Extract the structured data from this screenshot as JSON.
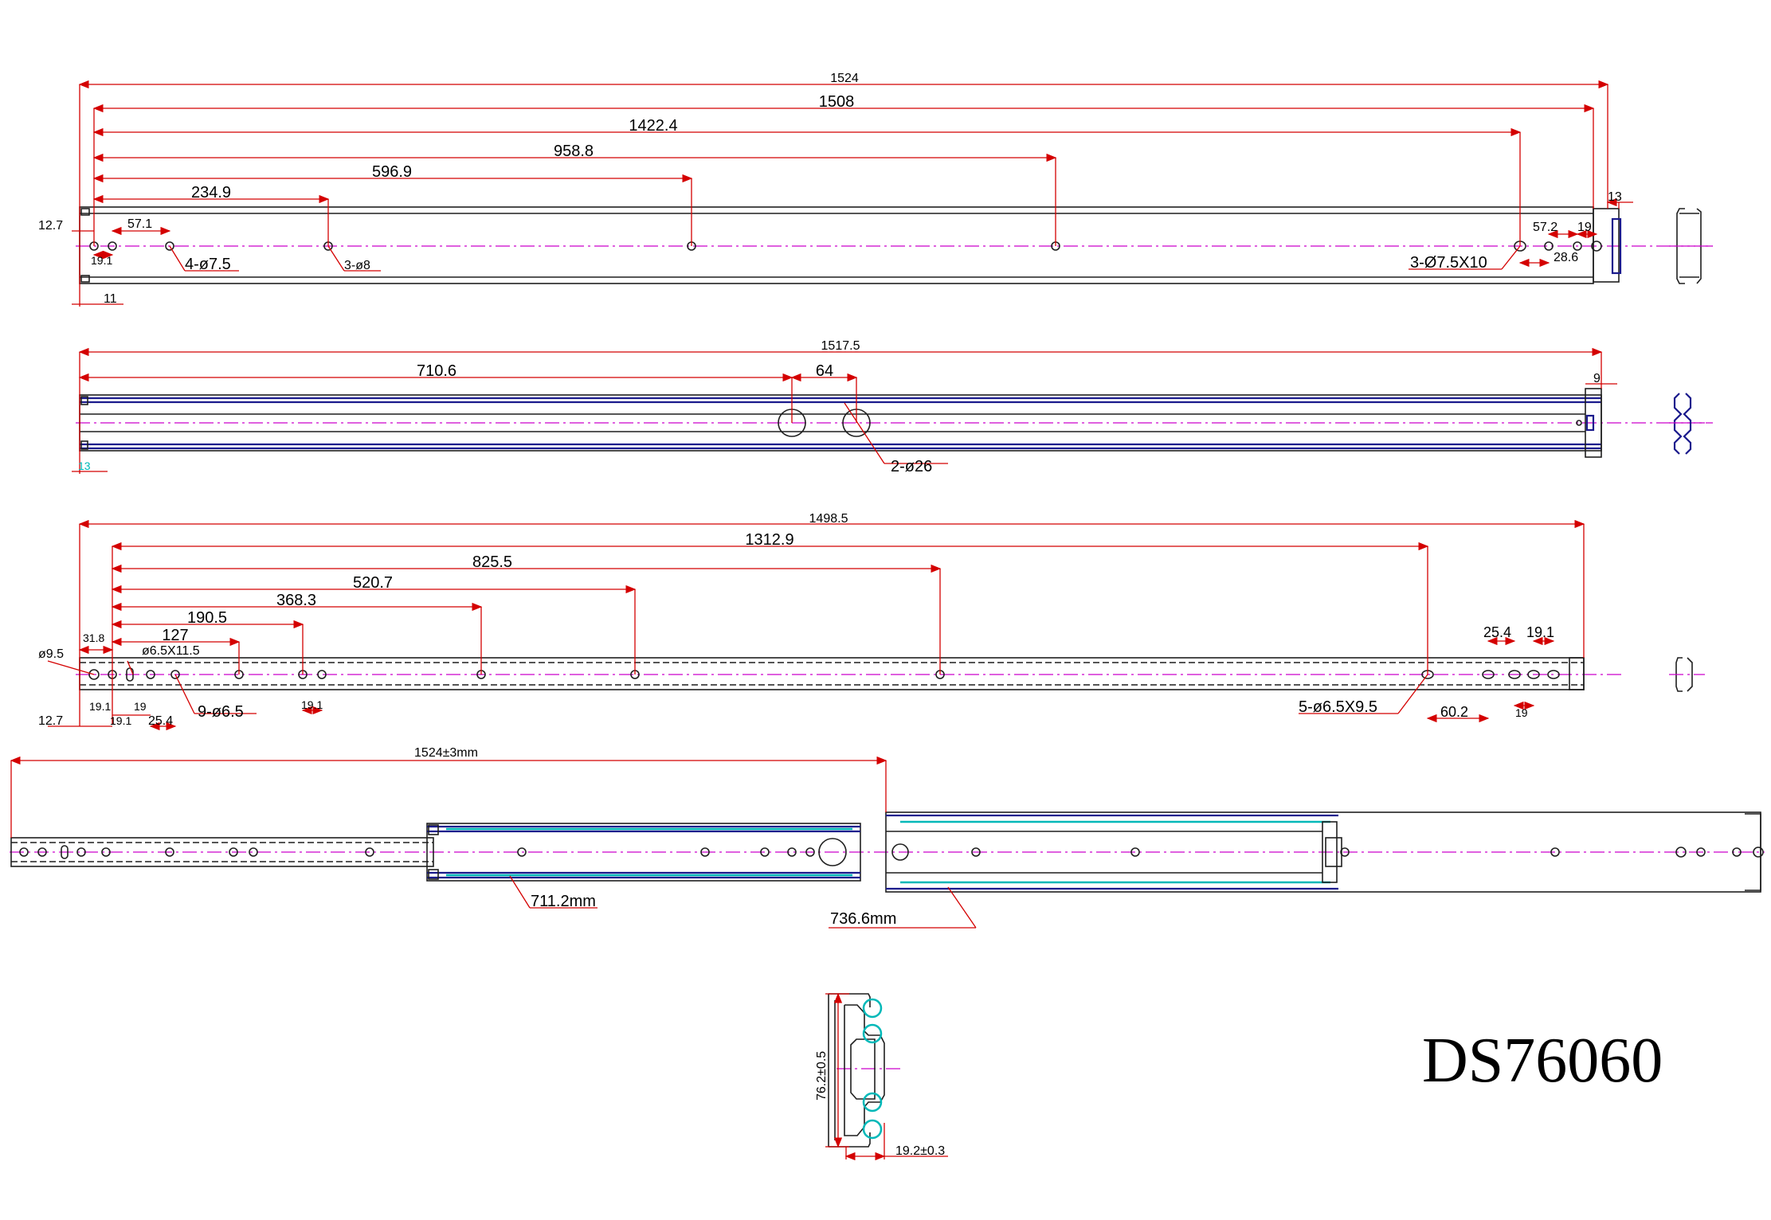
{
  "drawing": {
    "model": "DS76060",
    "view1": {
      "overall": "1524",
      "length": "1508",
      "d1422": "1422.4",
      "d958": "958.8",
      "d596": "596.9",
      "d234": "234.9",
      "end_offset": "13",
      "left_offset": "12.7",
      "d57": "57.1",
      "d19": "19.1",
      "note_holes_a": "4-ø7.5",
      "note_holes_b": "3-ø8",
      "bottom_offset": "11",
      "note_slots": "3-Ø7.5X10",
      "r57": "57.2",
      "r19": "19",
      "r28": "28.6"
    },
    "view2": {
      "overall": "1517.5",
      "d710": "710.6",
      "d64": "64",
      "end_offset": "9",
      "left_offset": "13",
      "note_holes": "2-ø26"
    },
    "view3": {
      "overall": "1498.5",
      "d1312": "1312.9",
      "d825": "825.5",
      "d520": "520.7",
      "d368": "368.3",
      "d190": "190.5",
      "d127": "127",
      "d31": "31.8",
      "dia95": "ø9.5",
      "slot_note": "ø6.5X11.5",
      "left_offset": "12.7",
      "l19a": "19.1",
      "l19b": "19.1",
      "l19c": "19",
      "l25": "25.4",
      "note_holes": "9-ø6.5",
      "m19": "19.1",
      "note_slots": "5-ø6.5X9.5",
      "r60": "60.2",
      "r25": "25.4",
      "r19a": "19.1",
      "r19b": "19"
    },
    "view4": {
      "extension": "1524±3mm",
      "inner": "711.2mm",
      "outer": "736.6mm"
    },
    "section": {
      "height": "76.2±0.5",
      "width": "19.2±0.3"
    }
  }
}
